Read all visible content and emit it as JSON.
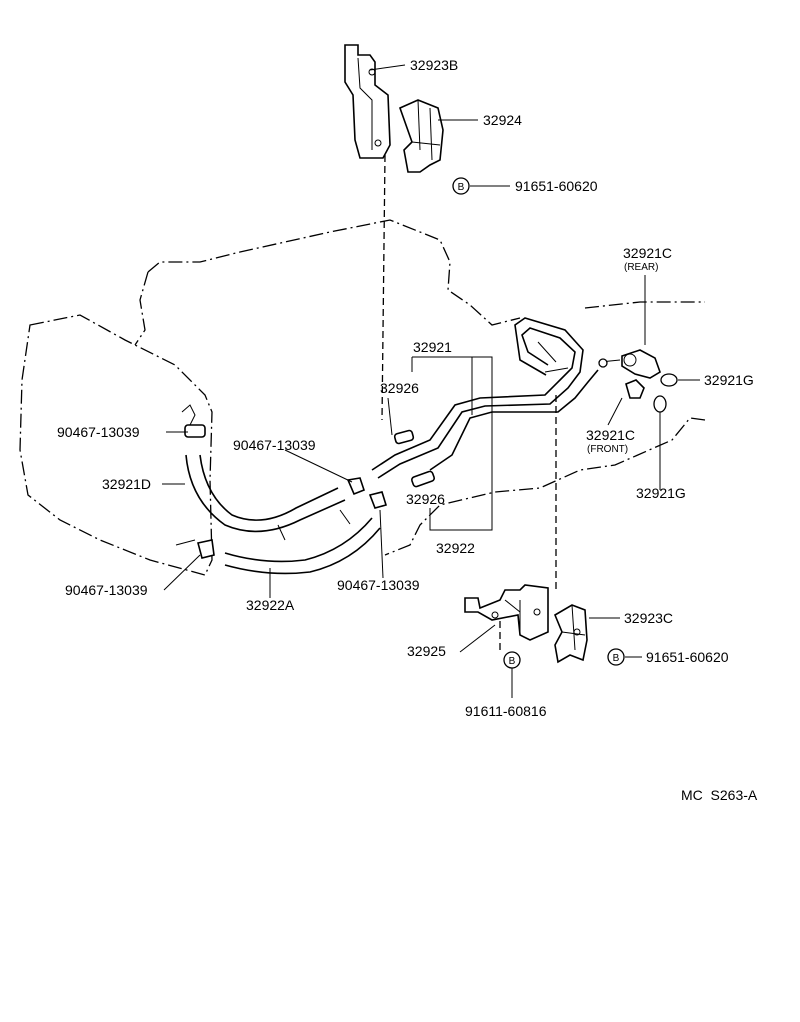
{
  "parts": {
    "p32923B": "32923B",
    "p32924": "32924",
    "p91651_top": "91651-60620",
    "p32921C_rear": "32921C",
    "rear_note": "(REAR)",
    "p32921": "32921",
    "p32926_a": "32926",
    "p32921G_a": "32921G",
    "p90467_a": "90467-13039",
    "p90467_b": "90467-13039",
    "p32921C_front": "32921C",
    "front_note": "(FRONT)",
    "p32921D": "32921D",
    "p32926_b": "32926",
    "p32921G_b": "32921G",
    "p32922": "32922",
    "p90467_c": "90467-13039",
    "p90467_d": "90467-13039",
    "p32922A": "32922A",
    "p32923C": "32923C",
    "p32925": "32925",
    "p91651_bot": "91651-60620",
    "p91611": "91611-60816"
  },
  "bolt_mark": "B",
  "diagram_code": "MC  S263-A"
}
